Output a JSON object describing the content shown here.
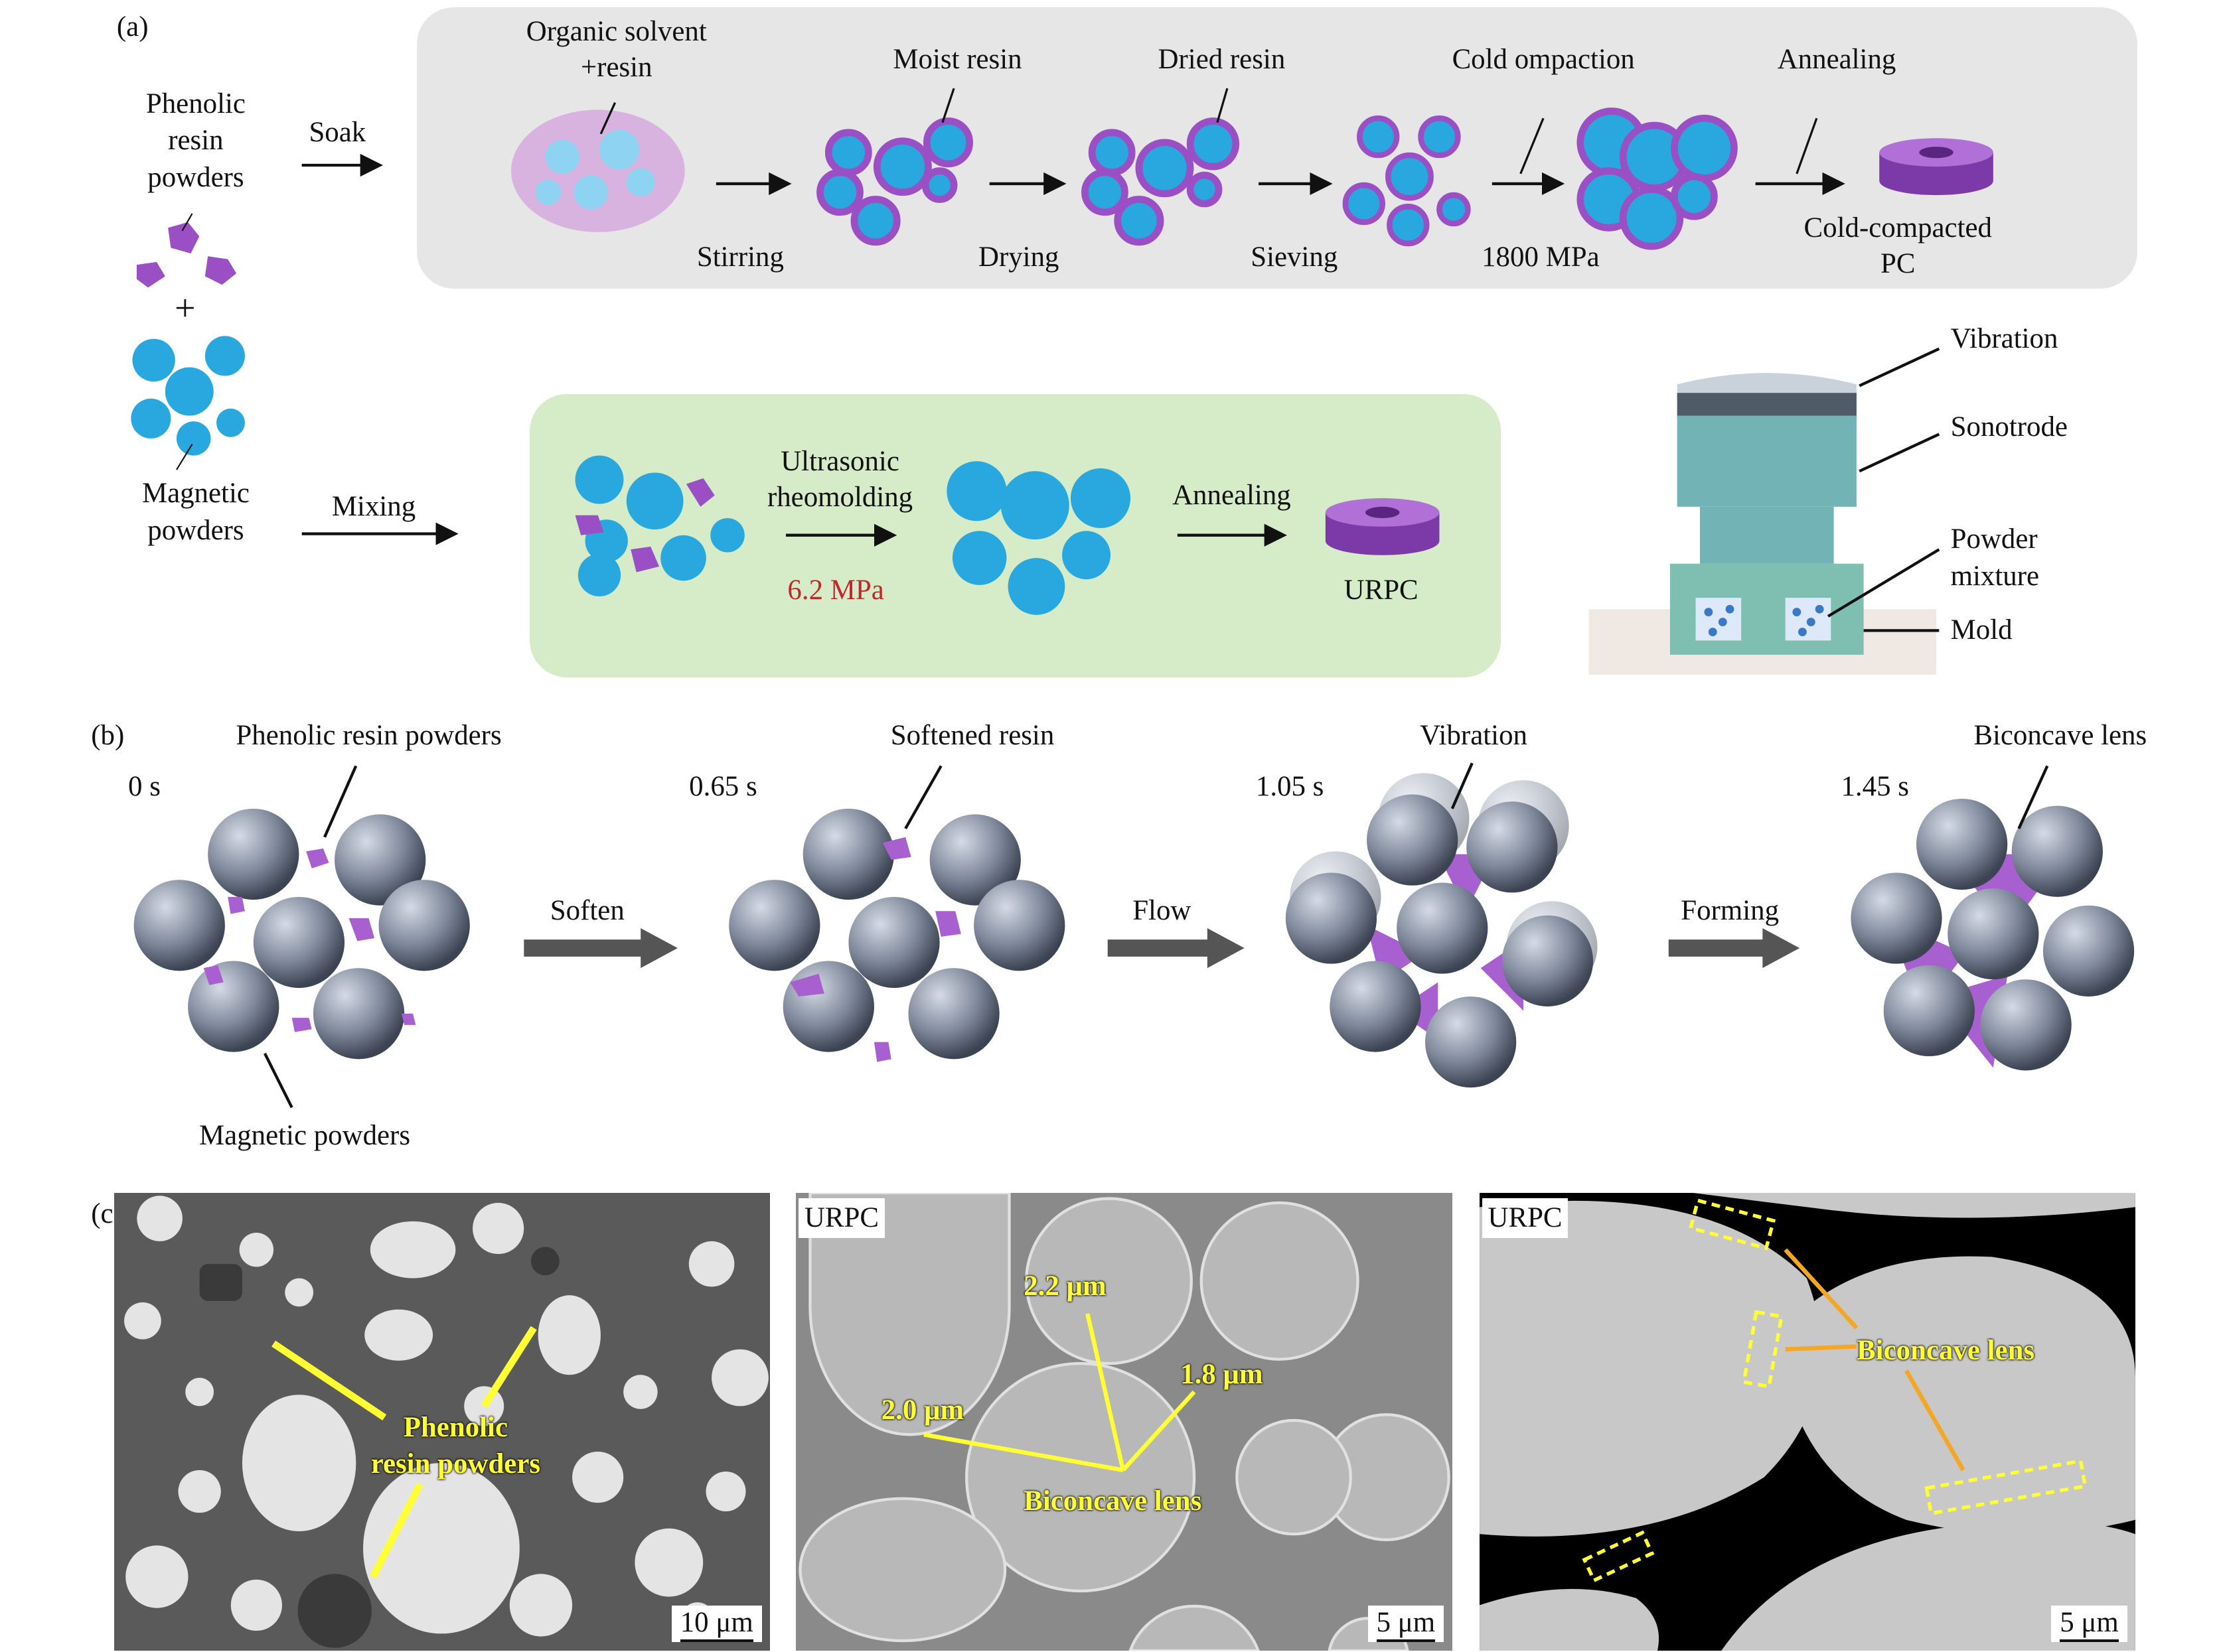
{
  "panel_a": {
    "label": "(a)",
    "left": {
      "phenolic": "Phenolic\nresin\npowders",
      "plus": "+",
      "magnetic": "Magnetic\npowders",
      "soak": "Soak",
      "mixing": "Mixing"
    },
    "top_row": {
      "organic": "Organic solvent\n+resin",
      "moist": "Moist resin",
      "dried": "Dried resin",
      "cold": "Cold ompaction",
      "annealing": "Annealing",
      "stirring": "Stirring",
      "drying": "Drying",
      "sieving": "Sieving",
      "pressure": "1800 MPa",
      "product": "Cold-compacted\nPC"
    },
    "bottom_row": {
      "ultrasonic": "Ultrasonic\nrheomolding",
      "pressure": "6.2 MPa",
      "annealing": "Annealing",
      "product": "URPC"
    },
    "device": {
      "vibration": "Vibration",
      "sonotrode": "Sonotrode",
      "powder": "Powder\nmixture",
      "mold": "Mold"
    }
  },
  "panel_b": {
    "label": "(b)",
    "stages": [
      {
        "time": "0 s",
        "label": "Phenolic resin powders",
        "bottom": "Magnetic powders"
      },
      {
        "time": "0.65 s",
        "label": "Softened resin",
        "arrow": "Soften"
      },
      {
        "time": "1.05 s",
        "label": "Vibration",
        "arrow": "Flow"
      },
      {
        "time": "1.45 s",
        "label": "Biconcave lens",
        "arrow": "Forming"
      }
    ]
  },
  "panel_c": {
    "label": "(c)",
    "img1": {
      "annotation": "Phenolic\nresin powders",
      "scale": "10 μm"
    },
    "img2": {
      "tag": "URPC",
      "m1": "2.2 μm",
      "m2": "1.8 μm",
      "m3": "2.0 μm",
      "annotation": "Biconcave lens",
      "scale": "5 μm"
    },
    "img3": {
      "tag": "URPC",
      "annotation": "Biconcave lens",
      "scale": "5 μm"
    }
  },
  "colors": {
    "blue": "#29a8e0",
    "purple": "#9b4fc4",
    "grey_box": "#e6e6e6",
    "green_box": "#d6ecc8",
    "red": "#c0282d",
    "yellow": "#ffff33"
  }
}
